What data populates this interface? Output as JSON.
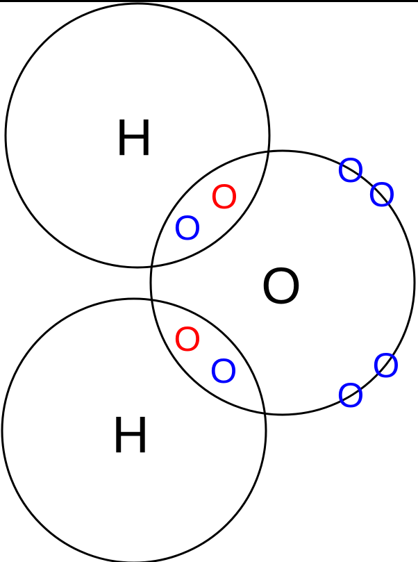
{
  "atoms": {
    "hydrogen_top": {
      "label": "H"
    },
    "hydrogen_bottom": {
      "label": "H"
    },
    "oxygen": {
      "label": "O"
    }
  },
  "electron_glyph": "O",
  "colors": {
    "outline": "#000000",
    "oxygen_electron": "#0000ff",
    "hydrogen_electron": "#ff0000",
    "background": "#ffffff"
  }
}
